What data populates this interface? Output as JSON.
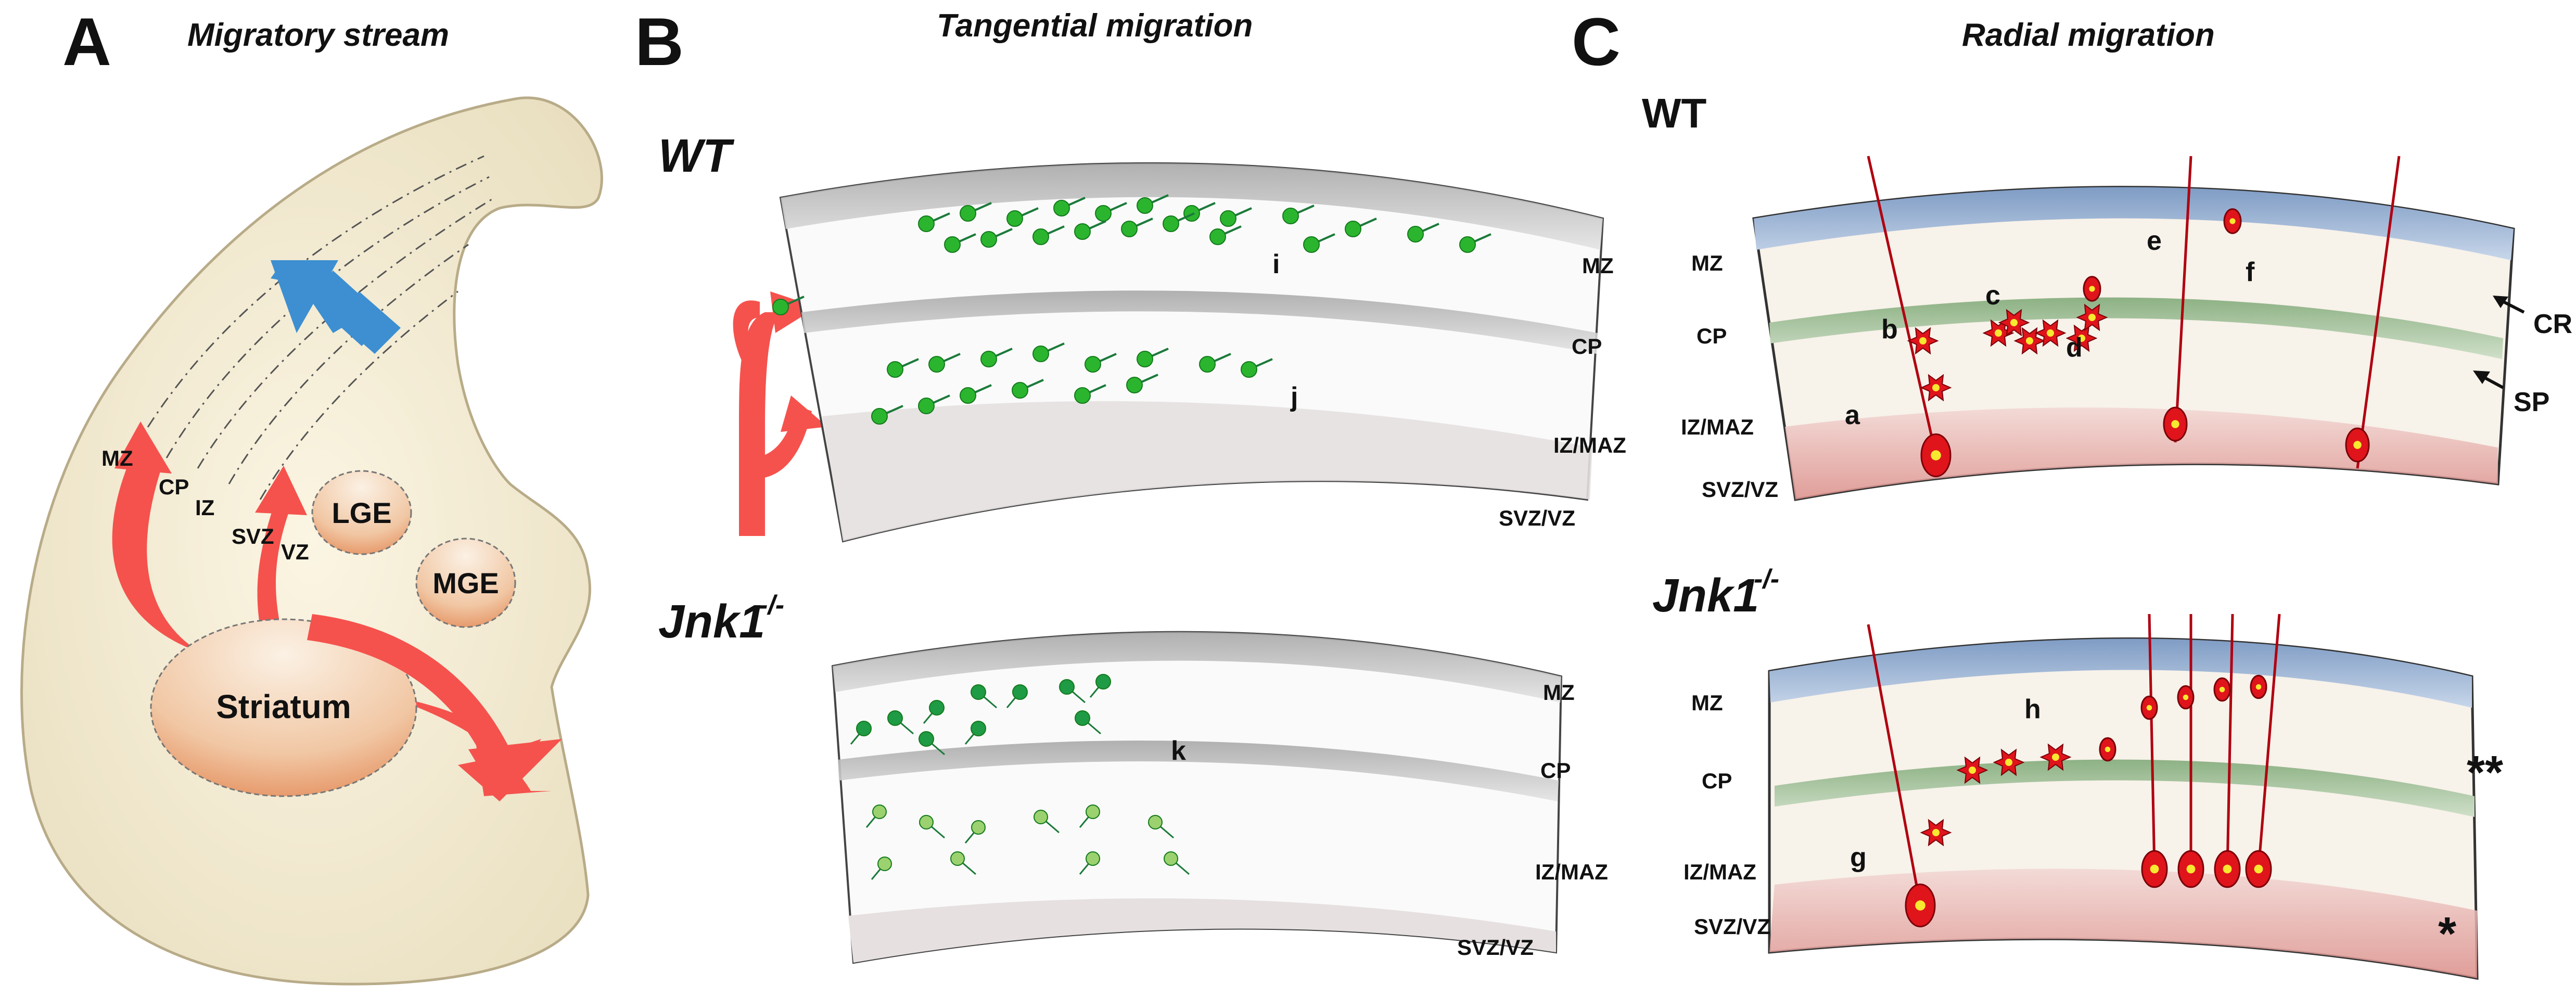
{
  "panels": {
    "A": {
      "letter": "A",
      "title": "Migratory stream"
    },
    "B": {
      "letter": "B",
      "title": "Tangential migration"
    },
    "C": {
      "letter": "C",
      "title": "Radial migration"
    }
  },
  "panelA": {
    "layers": {
      "mz": "MZ",
      "cp": "CP",
      "iz": "IZ",
      "svz": "SVZ",
      "vz": "VZ"
    },
    "regions": {
      "lge": "LGE",
      "mge": "MGE",
      "striatum": "Striatum"
    }
  },
  "panelB": {
    "wt": {
      "genotype": "WT",
      "layers": [
        "MZ",
        "CP",
        "IZ/MAZ",
        "SVZ/VZ"
      ],
      "labels": {
        "i": "i",
        "j": "j"
      }
    },
    "jnk": {
      "genotype": "Jnk1",
      "superscript": "-/-",
      "layers": [
        "MZ",
        "CP",
        "IZ/MAZ",
        "SVZ/VZ"
      ],
      "labels": {
        "k": "k"
      }
    }
  },
  "panelC": {
    "wt": {
      "genotype": "WT",
      "layers": [
        "MZ",
        "CP",
        "IZ/MAZ",
        "SVZ/VZ"
      ],
      "events": {
        "a": "a",
        "b": "b",
        "c": "c",
        "d": "d",
        "e": "e",
        "f": "f"
      },
      "arrows": {
        "cr": "CR",
        "sp": "SP"
      }
    },
    "jnk": {
      "genotype": "Jnk1",
      "superscript": "-/-",
      "layers": [
        "MZ",
        "CP",
        "IZ/MAZ",
        "SVZ/VZ"
      ],
      "events": {
        "g": "g",
        "h": "h"
      },
      "marks": {
        "double": "**",
        "single": "*"
      }
    }
  },
  "colors": {
    "stream_arrow": "#f5524d",
    "direction_arrow": "#3d8fd1",
    "interneuron": "#2bb52f",
    "interneuron_ko": "#1f9a45",
    "radial_neuron": "#e0141b",
    "radial_glia": "#b00010",
    "mz_band": "#9fb6d3",
    "cp_band": "#a9c4a0",
    "svz_band": "#e9b3b0",
    "tissue": "#f4ecd6"
  }
}
